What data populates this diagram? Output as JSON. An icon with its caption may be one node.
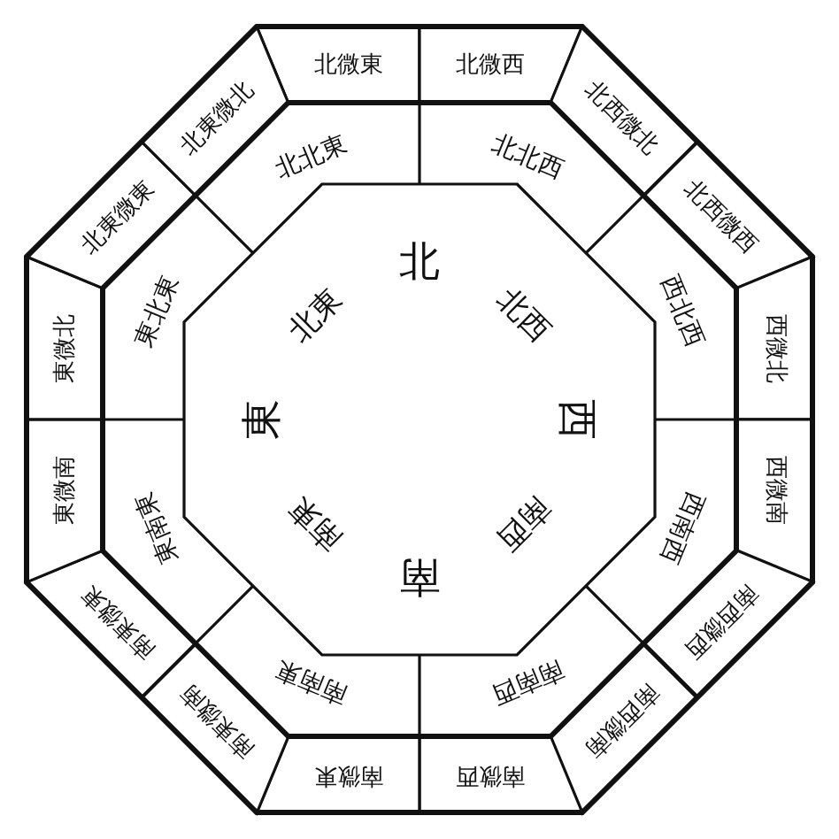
{
  "diagram": {
    "nodes": [
      {
        "text": [
          "北微東"
        ]
      },
      {
        "text": [
          "北微西"
        ]
      },
      {
        "text": [
          "北西微北"
        ]
      },
      {
        "text": [
          "北西微西"
        ]
      },
      {
        "text": [
          "西微北"
        ]
      },
      {
        "text": [
          "西微南"
        ]
      },
      {
        "text": [
          "南西微西"
        ]
      },
      {
        "text": [
          "南西微南"
        ]
      },
      {
        "text": [
          "南微西"
        ]
      },
      {
        "text": [
          "南微東"
        ]
      },
      {
        "text": [
          "南東微南"
        ]
      },
      {
        "text": [
          "南東微東"
        ]
      },
      {
        "text": [
          "東微南"
        ]
      },
      {
        "text": [
          "東微北"
        ]
      },
      {
        "text": [
          "北東微東"
        ]
      },
      {
        "text": [
          "北東微北"
        ]
      },
      {
        "text": [
          "北北西"
        ]
      },
      {
        "text": [
          "西北西"
        ]
      },
      {
        "text": [
          "西南西"
        ]
      },
      {
        "text": [
          "南南西"
        ]
      },
      {
        "text": [
          "南南東"
        ]
      },
      {
        "text": [
          "東南東"
        ]
      },
      {
        "text": [
          "東北東"
        ]
      },
      {
        "text": [
          "北北東"
        ]
      },
      {
        "text": [
          "北",
          "北西",
          "西",
          "南西",
          "南",
          "南東",
          "東",
          "北東"
        ]
      }
    ]
  }
}
